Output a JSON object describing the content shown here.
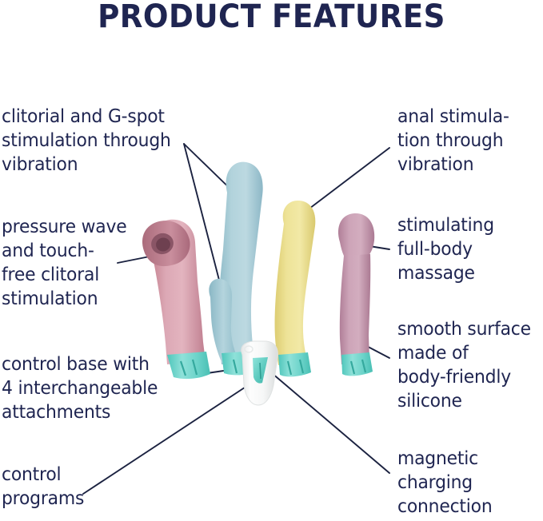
{
  "title": "PRODUCT FEATURES",
  "theme": {
    "background": "#ffffff",
    "text_navy": "#1f2551",
    "leader_line": "#1b2240",
    "device_pink": "#d49cab",
    "device_blue": "#a9ccd6",
    "device_yellow": "#ecdf8e",
    "device_mauve": "#c799ae",
    "base_teal": "#76d6cd",
    "control_base_white": "#fbfbfb"
  },
  "labels": {
    "clitorial": "clitorial and G-spot\nstimulation through\nvibration",
    "pressure_wave": "pressure wave\nand touch-\nfree clitoral\nstimulation",
    "control_base": "control base with\n4 interchangeable\nattachments",
    "control_programs": "control\nprograms",
    "anal": "anal stimula-\ntion through\nvibration",
    "massage": "stimulating\nfull-body\nmassage",
    "smooth_surface": "smooth surface\nmade of\nbody-friendly\nsilicone",
    "magnetic": "magnetic\ncharging\nconnection"
  },
  "products": [
    {
      "name": "air-pulse-attachment",
      "color": "#d49cab",
      "base_color": "#76d6cd"
    },
    {
      "name": "rabbit-attachment",
      "color": "#a9ccd6",
      "base_color": "#76d6cd"
    },
    {
      "name": "g-spot-attachment",
      "color": "#ecdf8e",
      "base_color": "#76d6cd"
    },
    {
      "name": "massage-attachment",
      "color": "#c799ae",
      "base_color": "#76d6cd"
    },
    {
      "name": "control-base-unit",
      "color": "#fbfbfb",
      "button_color": "#76d6cd"
    }
  ]
}
